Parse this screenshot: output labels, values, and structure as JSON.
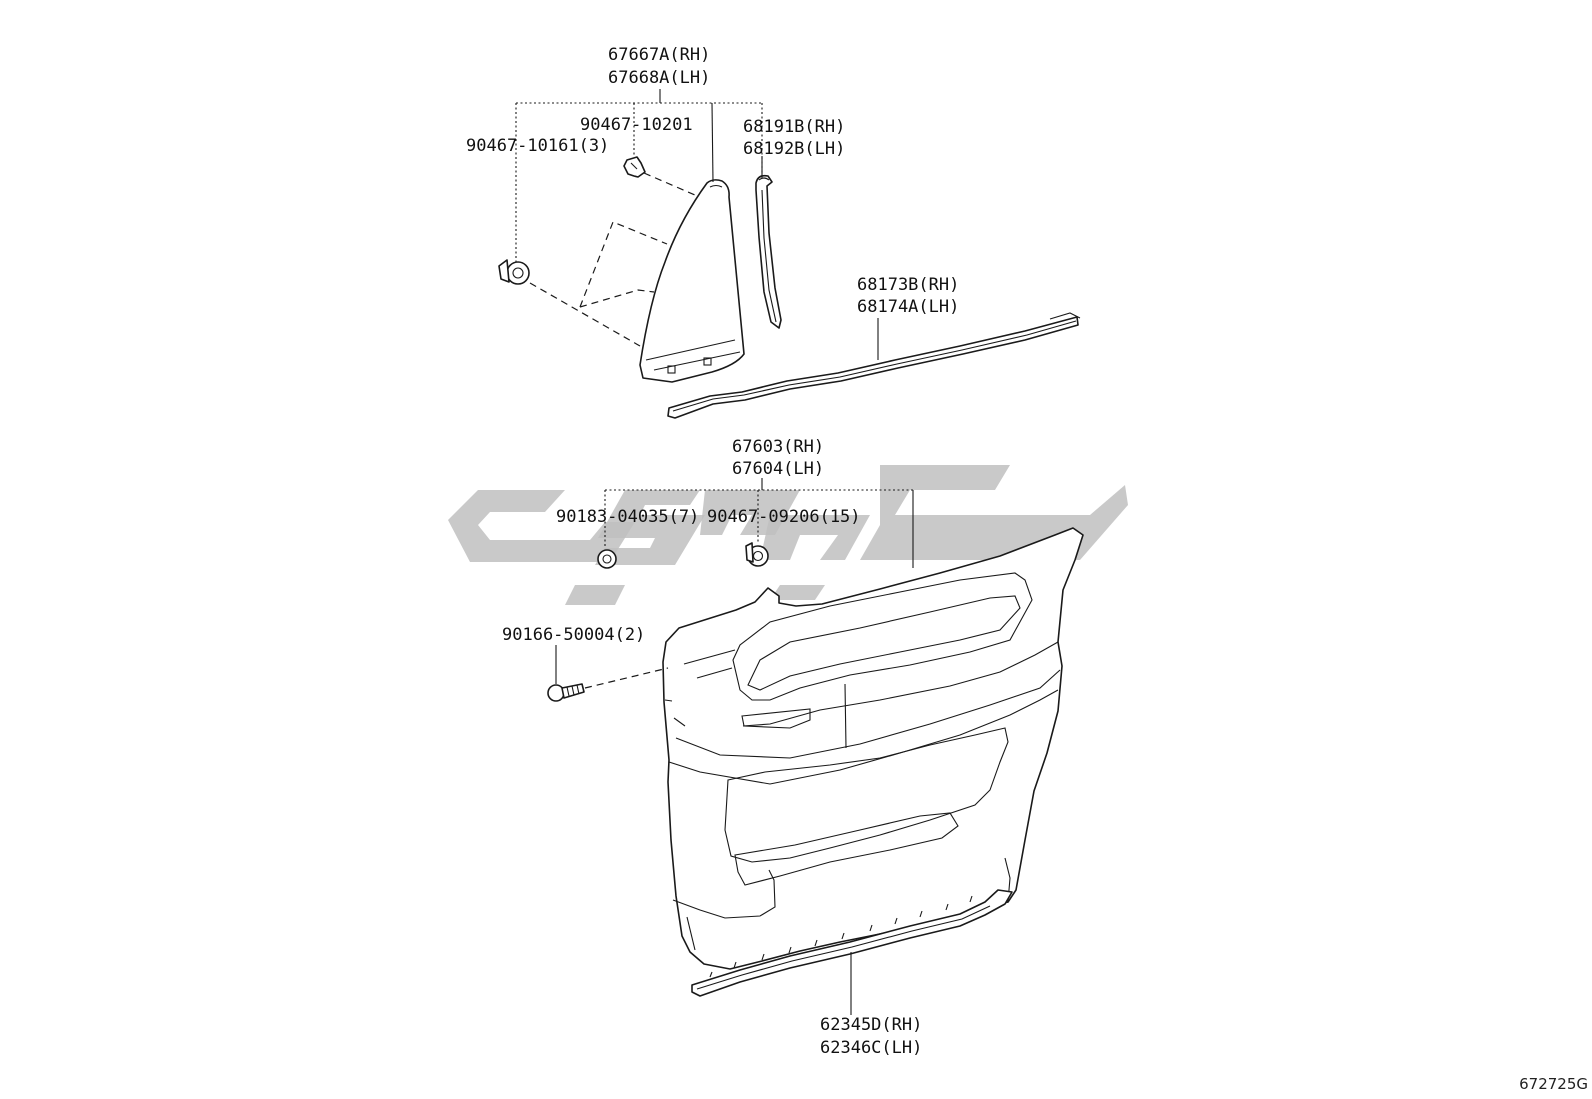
{
  "diagram": {
    "reference_code": "672725G",
    "watermark_color": "#bfbfbf",
    "labels": {
      "quarter_trim_rh": "67667A(RH)",
      "quarter_trim_lh": "67668A(LH)",
      "clip_10201": "90467-10201",
      "clip_10161": "90467-10161(3)",
      "weatherstrip_rh": "68191B(RH)",
      "weatherstrip_lh": "68192B(LH)",
      "belt_seal_rh": "68173B(RH)",
      "belt_seal_lh": "68174A(LH)",
      "door_trim_rh": "67603(RH)",
      "door_trim_lh": "67604(LH)",
      "clip_04035": "90183-04035(7)",
      "clip_09206": "90467-09206(15)",
      "screw_50004": "90166-50004(2)",
      "scuff_plate_rh": "62345D(RH)",
      "scuff_plate_lh": "62346C(LH)"
    }
  }
}
